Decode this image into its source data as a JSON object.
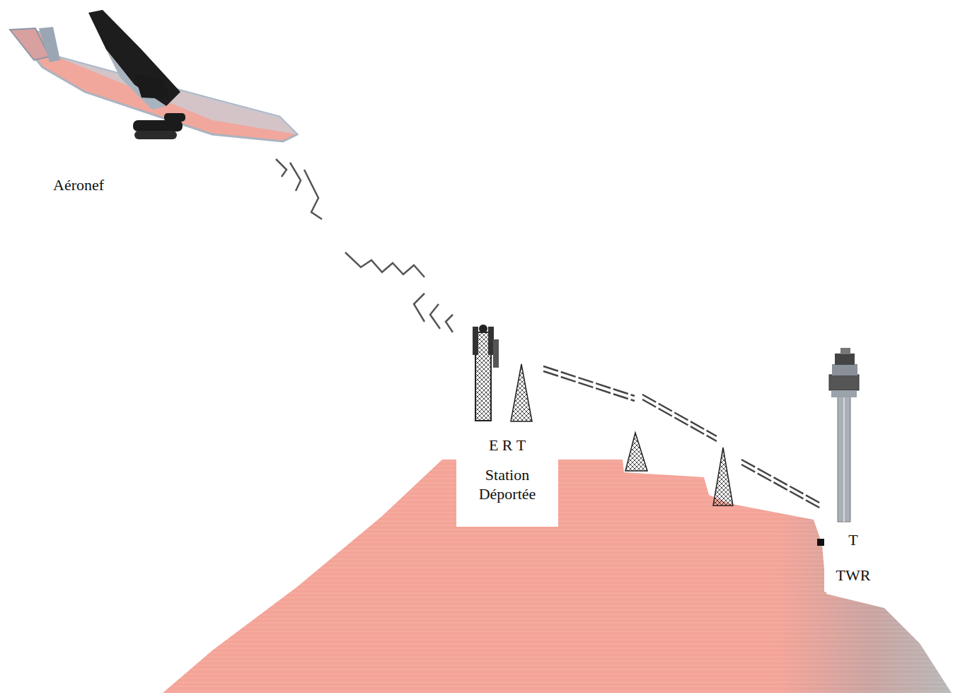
{
  "diagram": {
    "nodes": [
      {
        "text": [
          "E R T",
          "Station Déportée"
        ]
      },
      {
        "text": [
          "T",
          "TWR"
        ]
      }
    ],
    "labels": [
      "Aéronef"
    ]
  }
}
